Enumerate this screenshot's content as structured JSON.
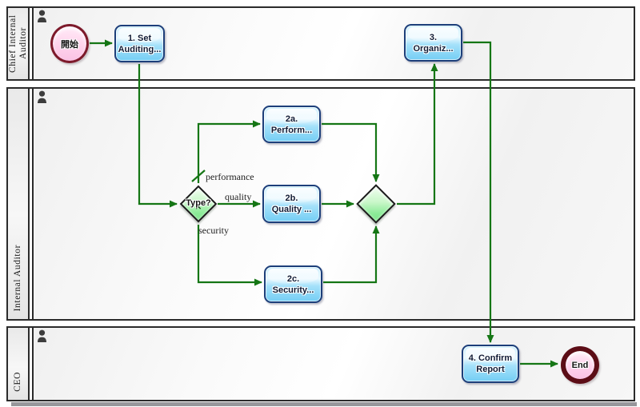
{
  "lanes": [
    {
      "label": "Chief Internal Auditor"
    },
    {
      "label": "Internal Auditor"
    },
    {
      "label": "CEO"
    }
  ],
  "nodes": {
    "start": {
      "label": "開始"
    },
    "task1": {
      "line1": "1. Set",
      "line2": "Auditing..."
    },
    "task3": {
      "line1": "3.",
      "line2": "Organiz..."
    },
    "task2a": {
      "line1": "2a.",
      "line2": "Perform..."
    },
    "task2b": {
      "line1": "2b.",
      "line2": "Quality ..."
    },
    "task2c": {
      "line1": "2c.",
      "line2": "Security..."
    },
    "task4": {
      "line1": "4. Confirm",
      "line2": "Report"
    },
    "gateway_split": {
      "label": "Type?",
      "marker": "✕"
    },
    "gateway_merge": {
      "label": ""
    },
    "end": {
      "label": "End"
    }
  },
  "edge_labels": {
    "performance": "performance",
    "quality": "quality",
    "security": "security"
  },
  "colors": {
    "connector_green": "#157615",
    "task_border": "#1d3f7a",
    "task_fill": "#74cef4",
    "gateway_fill": "#8beb97",
    "start_border": "#7d1a2b",
    "end_border": "#5c0d16",
    "event_fill": "#ffd3ec",
    "lane_border": "#2b2b2b"
  }
}
